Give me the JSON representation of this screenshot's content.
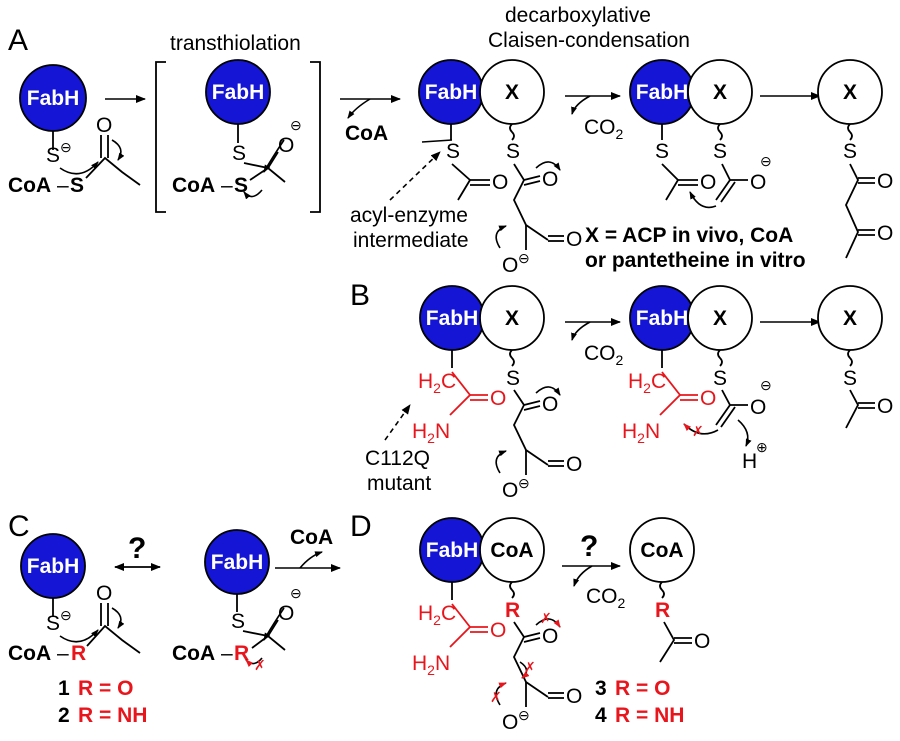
{
  "colors": {
    "enzyme": "#1515d6",
    "highlight": "#e8161c",
    "ink": "#000000"
  },
  "panels": {
    "a": "A",
    "b": "B",
    "c": "C",
    "d": "D"
  },
  "enzyme": "FabH",
  "partner_x": "X",
  "coa": "CoA",
  "s": "S",
  "o": "O",
  "minus": "⊖",
  "plus": "⊕",
  "dash": "–",
  "question": "?",
  "captions": {
    "transthiolation": "transthiolation",
    "decarb_1": "decarboxylative",
    "decarb_2": "Claisen-condensation",
    "acyl_1": "acyl-enzyme",
    "acyl_2": "intermediate",
    "mutant_1": "C112Q",
    "mutant_2": "mutant"
  },
  "molecules": {
    "co2_main": "CO",
    "co2_sub": "2",
    "h2c_main": "H",
    "h2c_sub": "2",
    "h2c_c": "C",
    "h2n_main": "H",
    "h2n_sub": "2",
    "h2n_n": "N",
    "h_ion": "H"
  },
  "x_note": {
    "line1": "X = ACP in vivo, CoA",
    "line2": "or pantetheine in vitro"
  },
  "r_label": "R",
  "compounds": [
    {
      "num": "1",
      "def": "R = O"
    },
    {
      "num": "2",
      "def": "R = NH"
    },
    {
      "num": "3",
      "def": "R = O"
    },
    {
      "num": "4",
      "def": "R = NH"
    }
  ]
}
